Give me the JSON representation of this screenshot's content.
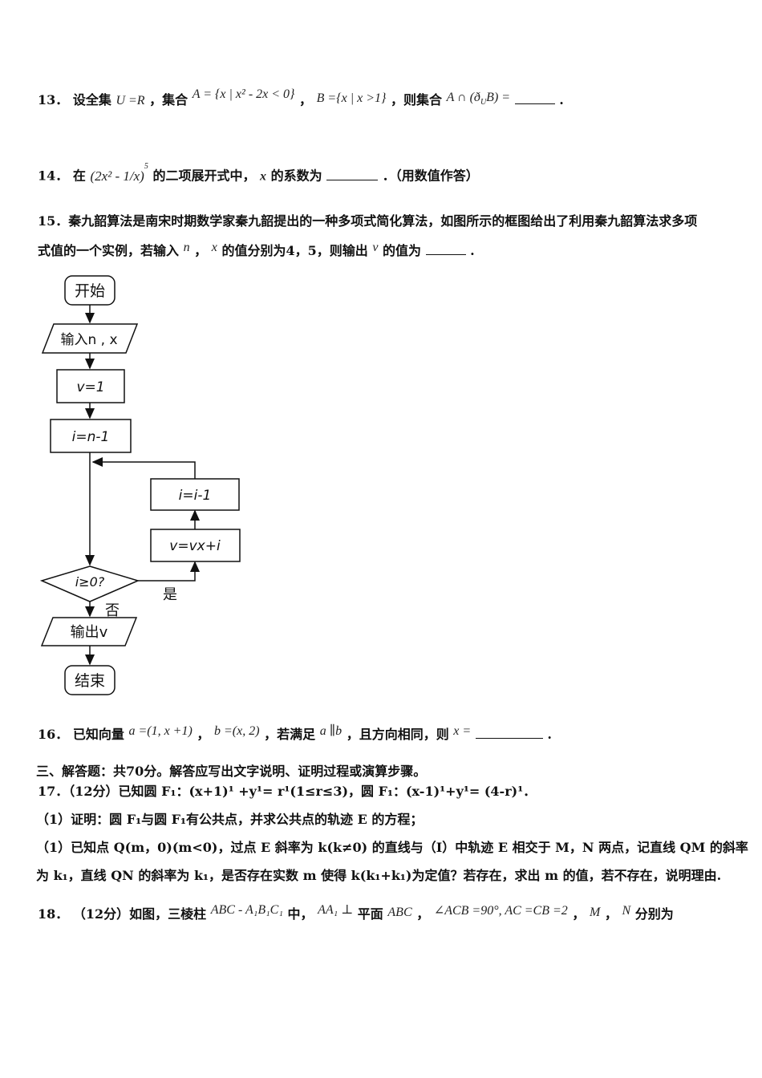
{
  "q13": {
    "number": "13．",
    "t1": "设全集",
    "m1": "U =R",
    "t2": "，集合",
    "m2": "A = {x | x² - 2x < 0}",
    "t3": "，",
    "m3": "B ={x | x >1}",
    "t4": "，则集合",
    "m4": "A ∩ (ð",
    "m4b": "U",
    "m4c": "B) =",
    "end": "."
  },
  "q14": {
    "number": "14．",
    "t1": "在",
    "m1": "(2x² - 1/x)",
    "exp": "5",
    "t2": "的二项展开式中，",
    "m2": "x",
    "t3": "的系数为",
    "end": "．（用数值作答）"
  },
  "q15": {
    "line1": "15．秦九韶算法是南宋时期数学家秦九韶提出的一种多项式简化算法，如图所示的框图给出了利用秦九韶算法求多项",
    "t1": "式值的一个实例，若输入",
    "m1": "n",
    "t2": "，",
    "m2": "x",
    "t3": "的值分别为4，5，则输出",
    "m3": "v",
    "t4": "的值为",
    "end": "."
  },
  "flowchart": {
    "start": "开始",
    "input": "输入n , x",
    "init_v": "v=1",
    "init_i": "i=n-1",
    "update_i": "i=i-1",
    "update_v": "v=vx+i",
    "condition": "i≥0?",
    "yes": "是",
    "no": "否",
    "output": "输出v",
    "end": "结束"
  },
  "q16": {
    "number": "16．",
    "t1": "已知向量",
    "m1": "a =(1, x +1)",
    "t2": "，",
    "m2": "b =(x, 2)",
    "t3": "，若满足",
    "m3": "a ∥b",
    "t4": "，且方向相同，则",
    "m4": "x =",
    "end": "."
  },
  "section3": {
    "title": "三、解答题：共70分。解答应写出文字说明、证明过程或演算步骤。"
  },
  "q17": {
    "stem": "17．（12分）已知圆 F₁：(x+1)¹ +y¹= r¹(1≤r≤3)，圆 F₁：(x-1)¹+y¹= (4-r)¹．",
    "part1": "（1）证明：圆 F₁与圆 F₁有公共点，并求公共点的轨迹 E 的方程；",
    "part2a": "（1）已知点 Q(m，0)(m<0)，过点 E 斜率为 k(k≠0) 的直线与（Ⅰ）中轨迹 E 相交于 M，N 两点，记直线 QM 的斜率",
    "part2b": "为 k₁，直线 QN 的斜率为 k₁，是否存在实数 m 使得 k(k₁+k₁)为定值？若存在，求出 m 的值，若不存在，说明理由."
  },
  "q18": {
    "number": "18．",
    "t1": "（12分）如图，三棱柱",
    "m1": "ABC - A₁B₁C₁",
    "t2": "中，",
    "m2": "AA₁ ⊥",
    "t3": "平面",
    "m3": "ABC",
    "t4": "，",
    "m4": "∠ACB =90°, AC =CB =2",
    "t5": "，",
    "m5": "M",
    "t6": "，",
    "m6": "N",
    "t7": "分别为"
  }
}
